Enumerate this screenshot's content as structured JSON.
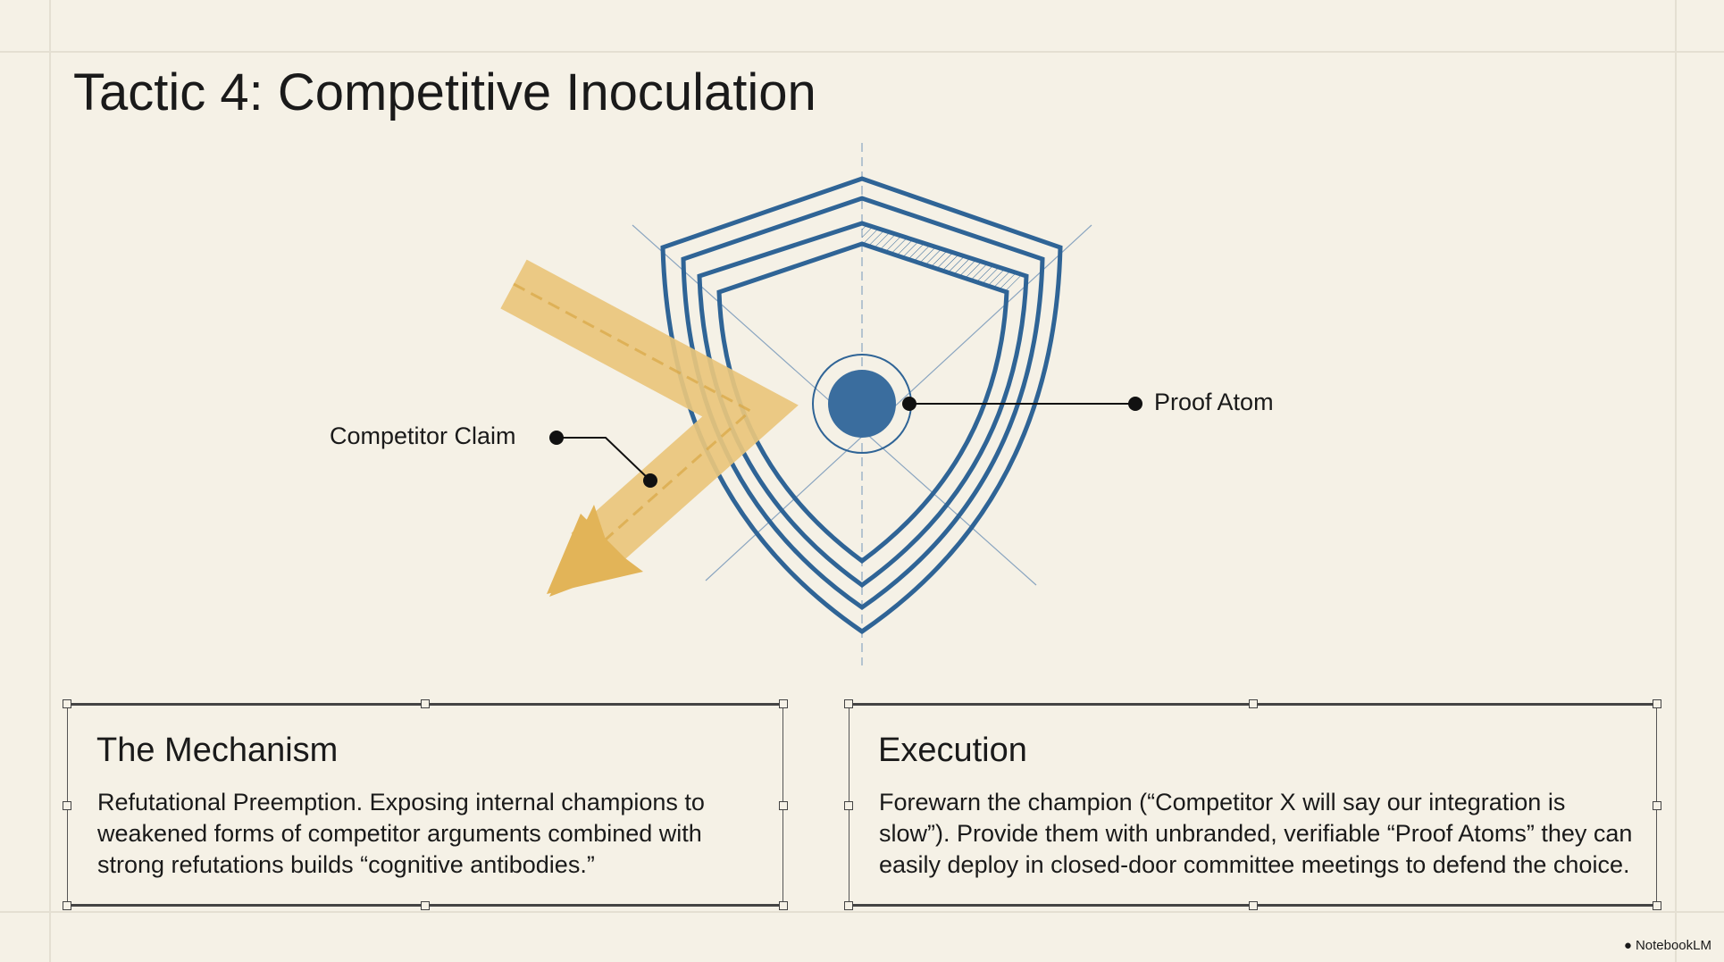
{
  "title": "Tactic 4: Competitive Inoculation",
  "diagram": {
    "competitor_label": "Competitor Claim",
    "proof_label": "Proof Atom",
    "colors": {
      "shield": "#2f6496",
      "arrow": "#e5b95f",
      "background": "#f5f1e6"
    }
  },
  "cards": [
    {
      "heading": "The Mechanism",
      "body": "Refutational Preemption. Exposing internal champions to weakened forms of competitor arguments combined with strong refutations builds “cognitive antibodies.”"
    },
    {
      "heading": "Execution",
      "body": "Forewarn the champion (“Competitor X will say our integration is slow”). Provide them with unbranded, verifiable “Proof Atoms” they can easily deploy in closed-door committee meetings to defend the choice."
    }
  ],
  "brand": "NotebookLM"
}
